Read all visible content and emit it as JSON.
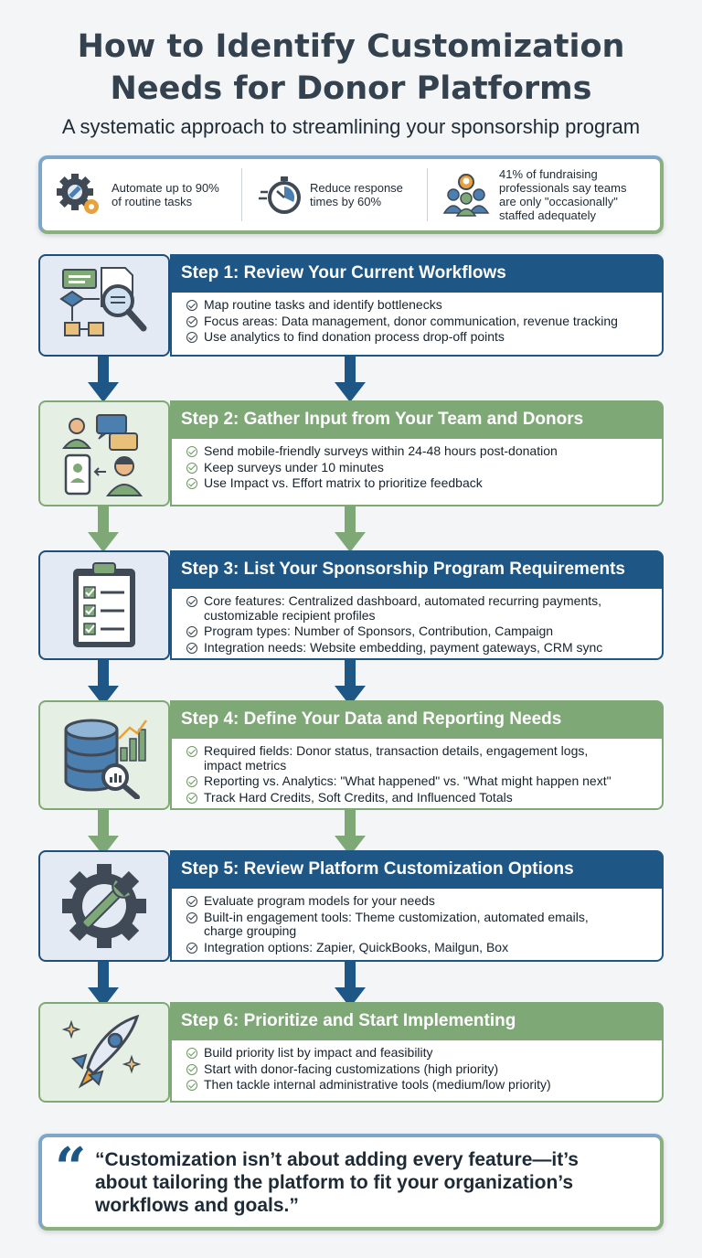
{
  "header": {
    "title_line1": "How to Identify Customization",
    "title_line2": "Needs for Donor Platforms",
    "subtitle": "A systematic approach to streamlining your sponsorship program"
  },
  "stats": [
    {
      "icon": "gear-wrench-icon",
      "line1": "Automate up to 90%",
      "line2": "of routine tasks"
    },
    {
      "icon": "stopwatch-icon",
      "line1": "Reduce response",
      "line2": "times by 60%"
    },
    {
      "icon": "team-icon",
      "line1": "41% of fundraising",
      "line2": "professionals say teams",
      "line3": "are only \"occasionally\"",
      "line4": "staffed adequately"
    }
  ],
  "steps": [
    {
      "title": "Step 1: Review Your Current Workflows",
      "icon": "workflow-magnifier-icon",
      "color": "blue",
      "bullets": [
        "Map routine tasks and identify bottlenecks",
        "Focus areas: Data management, donor communication, revenue tracking",
        "Use analytics to find donation process drop-off points"
      ]
    },
    {
      "title": "Step 2: Gather Input from Your Team and Donors",
      "icon": "people-chat-icon",
      "color": "green",
      "bullets": [
        "Send mobile-friendly surveys within 24-48 hours post-donation",
        "Keep surveys under 10 minutes",
        "Use Impact vs. Effort matrix to prioritize feedback"
      ]
    },
    {
      "title": "Step 3: List Your Sponsorship Program Requirements",
      "icon": "checklist-clipboard-icon",
      "color": "blue",
      "bullets": [
        "Core features: Centralized dashboard, automated recurring payments,",
        "customizable recipient profiles",
        "Program types: Number of Sponsors, Contribution, Campaign",
        "Integration needs: Website embedding, payment gateways, CRM sync"
      ]
    },
    {
      "title": "Step 4: Define Your Data and Reporting Needs",
      "icon": "database-chart-icon",
      "color": "green",
      "bullets": [
        "Required fields: Donor status, transaction details, engagement logs,",
        "impact metrics",
        "Reporting vs. Analytics: \"What happened\" vs. \"What might happen next\"",
        "Track Hard Credits, Soft Credits, and Influenced Totals"
      ]
    },
    {
      "title": "Step 5: Review Platform Customization Options",
      "icon": "gear-wrench-icon",
      "color": "blue",
      "bullets": [
        "Evaluate program models for your needs",
        "Built-in engagement tools: Theme customization, automated emails,",
        "charge grouping",
        "Integration options: Zapier, QuickBooks, Mailgun, Box"
      ]
    },
    {
      "title": "Step 6: Prioritize and Start Implementing",
      "icon": "rocket-icon",
      "color": "green",
      "bullets": [
        "Build priority list by impact and feasibility",
        "Start with donor-facing customizations (high priority)",
        "Then tackle internal administrative tools (medium/low priority)"
      ]
    }
  ],
  "quote": {
    "mark": "“",
    "line1": "“Customization isn’t about adding every feature—it’s",
    "line2": "about tailoring the platform to fit your organization’s",
    "line3": "workflows and goals.”"
  },
  "colors": {
    "blue": "#1e5685",
    "green": "#7fa877",
    "title": "#34414e"
  }
}
